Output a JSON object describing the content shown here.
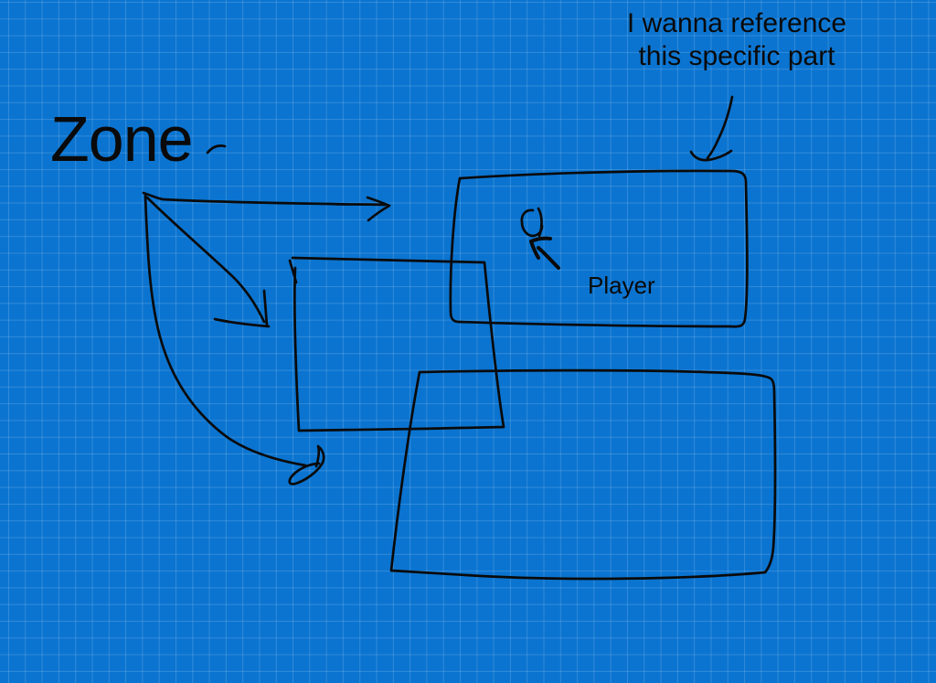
{
  "colors": {
    "canvas-bg": "#0b74d0",
    "grid-line": "rgba(255,255,255,0.16)",
    "ink": "#0a0a0a"
  },
  "labels": {
    "zone": "Zone",
    "note_line1": "I wanna reference",
    "note_line2": "this specific part",
    "player": "Player"
  }
}
